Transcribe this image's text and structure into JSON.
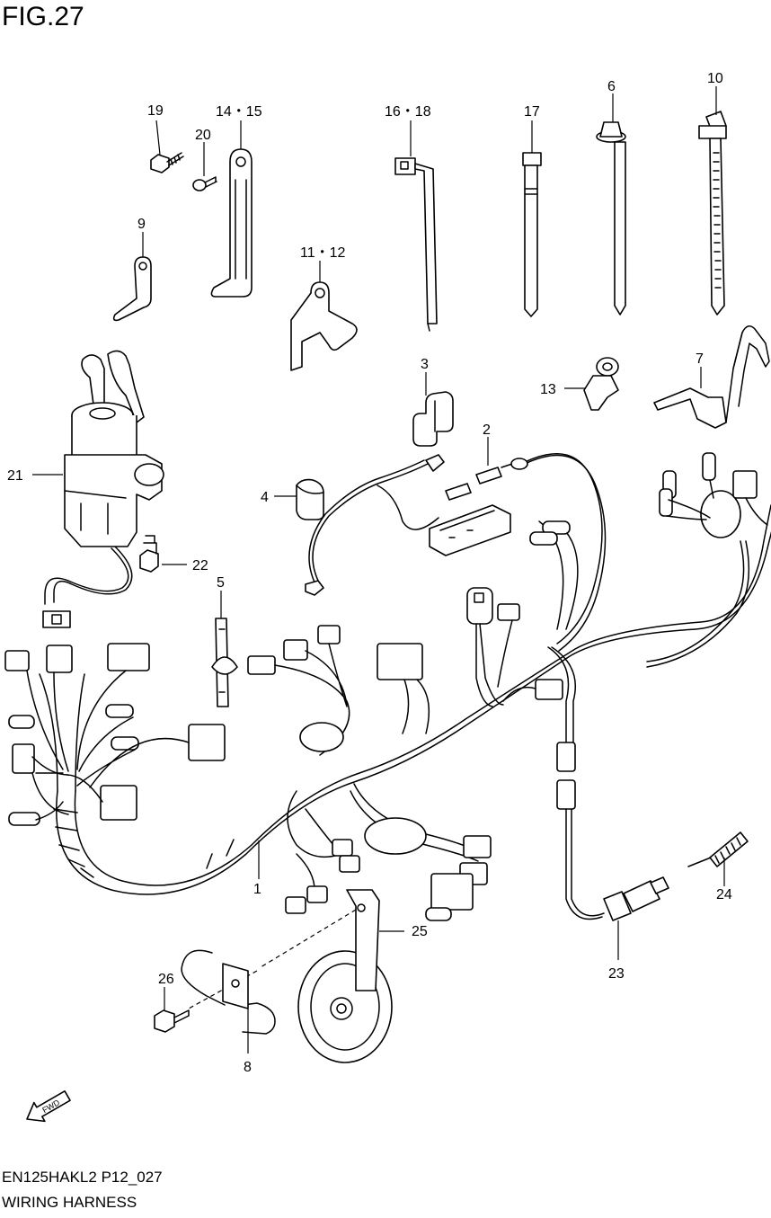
{
  "figure": {
    "title": "FIG.27"
  },
  "footer": {
    "code": "EN125HAKL2 P12_027",
    "name": "WIRING HARNESS"
  },
  "callouts": {
    "c1": "1",
    "c2": "2",
    "c3": "3",
    "c4": "4",
    "c5": "5",
    "c6": "6",
    "c7": "7",
    "c8": "8",
    "c9": "9",
    "c10": "10",
    "c11_12": "11・12",
    "c13": "13",
    "c14_15": "14・15",
    "c16_18": "16・18",
    "c17": "17",
    "c19": "19",
    "c20": "20",
    "c21": "21",
    "c22": "22",
    "c23": "23",
    "c24": "24",
    "c25": "25",
    "c26": "26"
  },
  "fwd_arrow": {
    "label": "FWD",
    "icon": "fwd-arrow-icon"
  }
}
